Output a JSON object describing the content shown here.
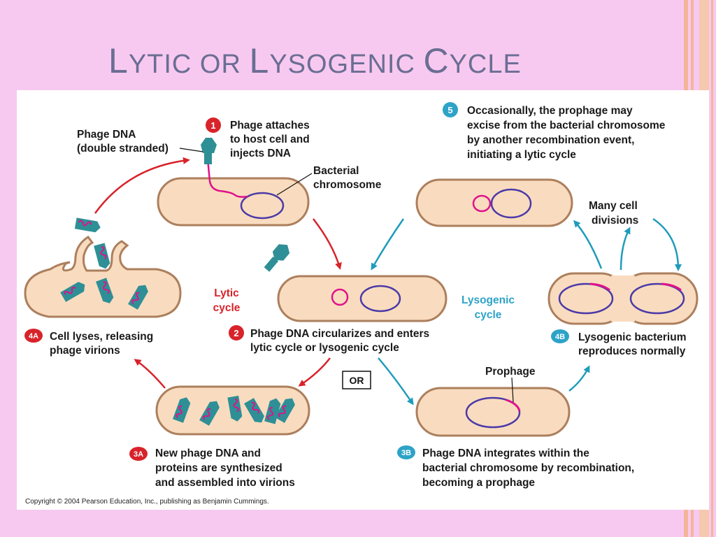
{
  "title": {
    "l1": "L",
    "w1": "YTIC OR ",
    "l2": "L",
    "w2": "YSOGENIC ",
    "l3": "C",
    "w3": "YCLE"
  },
  "colors": {
    "background": "#f8c9f0",
    "title": "#6a6e93",
    "cell_fill": "#f9dcbf",
    "cell_stroke": "#ac7f5d",
    "chromosome": "#4b3aa8",
    "phage_dna": "#e0128b",
    "phage": "#2f8f96",
    "lytic_arrow": "#d8232a",
    "lysogenic_arrow": "#1f9cba",
    "step_red": "#d8232a",
    "step_teal": "#2da3c7"
  },
  "labels": {
    "phage_dna_1": "Phage DNA",
    "phage_dna_2": "(double stranded)",
    "bact_chrom_1": "Bacterial",
    "bact_chrom_2": "chromosome",
    "step1_num": "1",
    "step1_l1": "Phage attaches",
    "step1_l2": "to host cell and",
    "step1_l3": "injects DNA",
    "step2_num": "2",
    "step2_l1": "Phage DNA circularizes and enters",
    "step2_l2": "lytic cycle or lysogenic cycle",
    "step3a_num": "3A",
    "step3a_l1": "New phage DNA and",
    "step3a_l2": "proteins are synthesized",
    "step3a_l3": "and assembled into virions",
    "step4a_num": "4A",
    "step4a_l1": "Cell lyses, releasing",
    "step4a_l2": "phage virions",
    "step3b_num": "3B",
    "step3b_l1": "Phage DNA integrates within the",
    "step3b_l2": "bacterial chromosome by recombination,",
    "step3b_l3": "becoming a prophage",
    "step4b_num": "4B",
    "step4b_l1": "Lysogenic bacterium",
    "step4b_l2": "reproduces normally",
    "step5_num": "5",
    "step5_l1": "Occasionally, the prophage may",
    "step5_l2": "excise from the bacterial chromosome",
    "step5_l3": "by another recombination event,",
    "step5_l4": "initiating a lytic cycle",
    "lytic_1": "Lytic",
    "lytic_2": "cycle",
    "lyso_1": "Lysogenic",
    "lyso_2": "cycle",
    "or": "OR",
    "prophage": "Prophage",
    "many_1": "Many cell",
    "many_2": "divisions",
    "copyright": "Copyright © 2004 Pearson Education, Inc., publishing as Benjamin Cummings."
  }
}
